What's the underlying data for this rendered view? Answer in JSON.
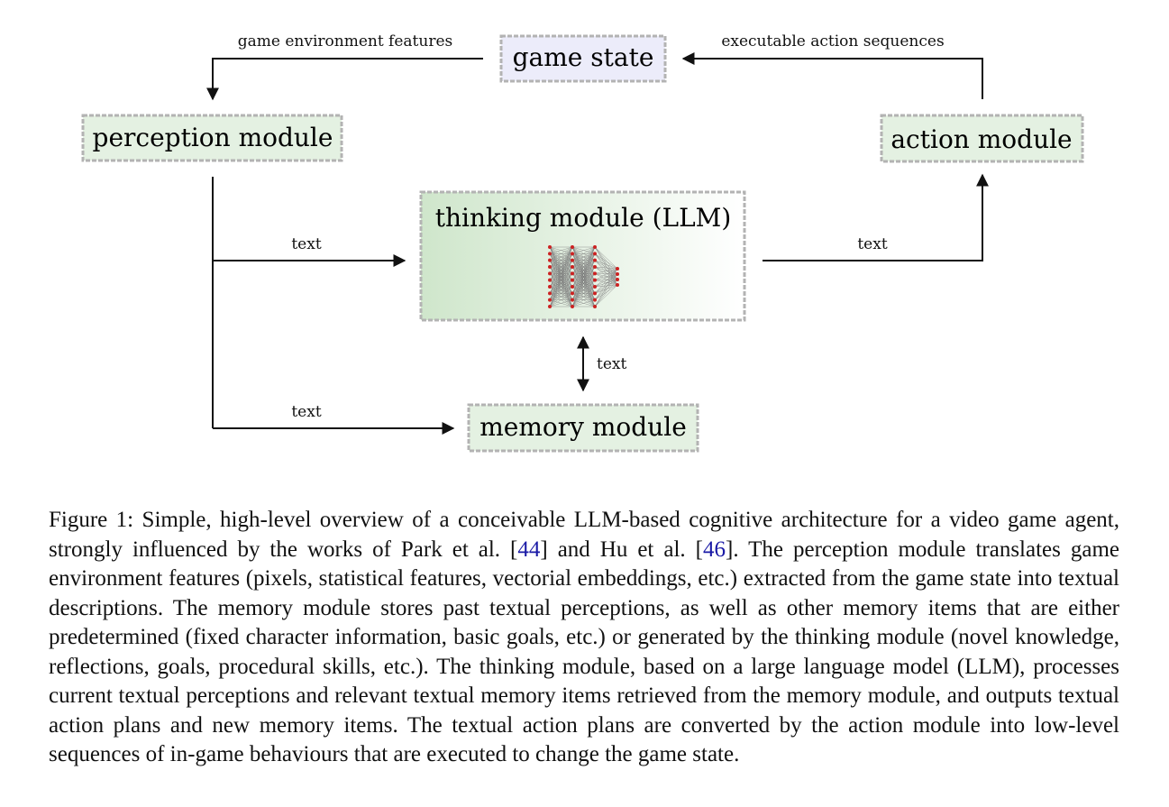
{
  "nodes": {
    "game_state": "game state",
    "perception": "perception module",
    "action": "action module",
    "thinking": "thinking module (LLM)",
    "memory": "memory module"
  },
  "edges": {
    "features": "game environment features",
    "actions": "executable action sequences",
    "perception_to_thinking": "text",
    "thinking_to_action": "text",
    "thinking_memory": "text",
    "perception_to_memory": "text"
  },
  "caption": {
    "p1": "Figure 1: Simple, high-level overview of a conceivable LLM-based cognitive architecture for a video game agent, strongly influenced by the works of Park et al. [",
    "ref1": "44",
    "p2": "] and Hu et al. [",
    "ref2": "46",
    "p3": "]. The perception module translates game environment features (pixels, statistical features, vectorial embeddings, etc.) extracted from the game state into textual descriptions. The memory module stores past textual perceptions, as well as other memory items that are either predetermined (fixed character information, basic goals, etc.) or generated by the thinking module (novel knowledge, reflections, goals, procedural skills, etc.). The thinking module, based on a large language model (LLM), processes current textual perceptions and relevant textual memory items retrieved from the memory module, and outputs textual action plans and new memory items. The textual action plans are converted by the action module into low-level sequences of in-game behaviours that are executed to change the game state."
  },
  "colors": {
    "module_fill": "#e4f1e2",
    "state_fill": "#ececfa",
    "border": "#b3b3b3",
    "link": "#1a1aa6",
    "neuron": "#cc2222"
  }
}
